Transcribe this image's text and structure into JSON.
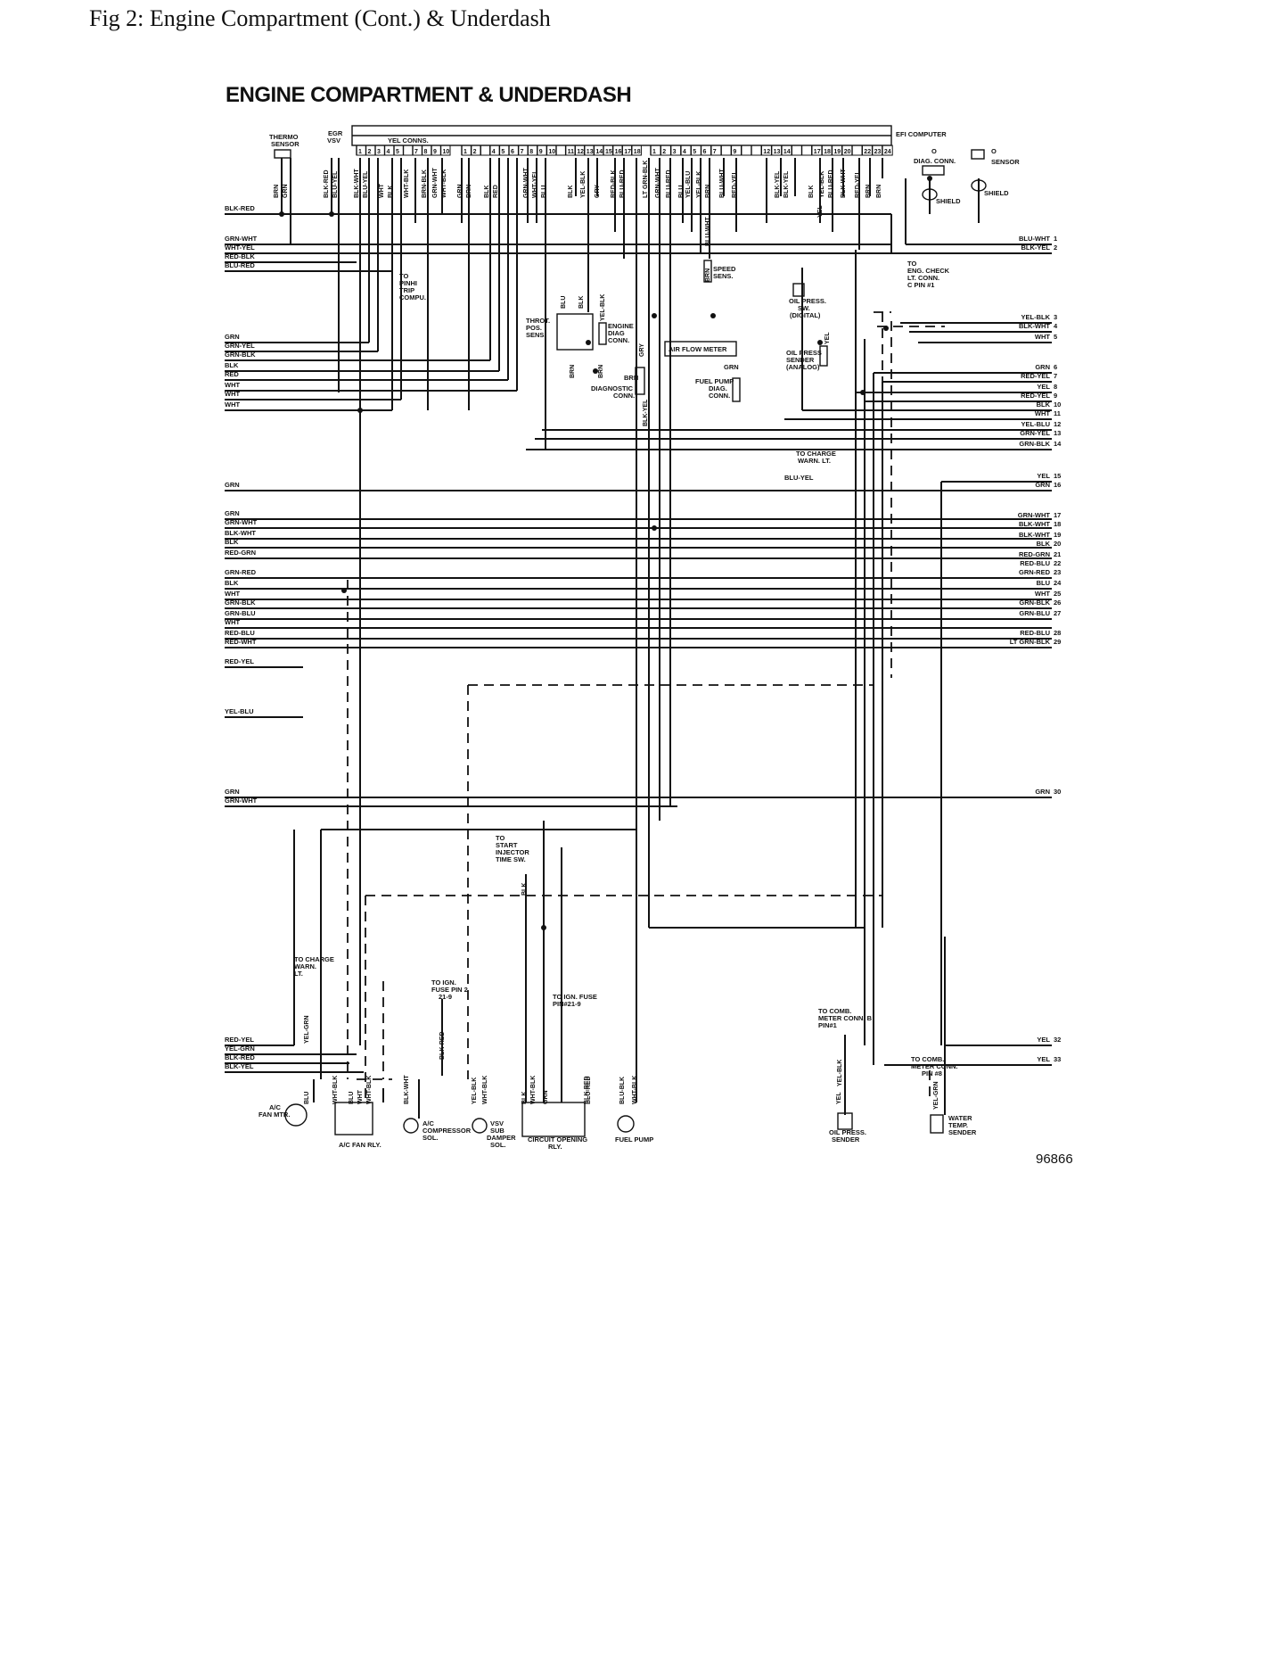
{
  "caption": "Fig 2: Engine Compartment (Cont.) & Underdash",
  "diagram": {
    "title": "ENGINE COMPARTMENT & UNDERDASH",
    "figure_number": "96866",
    "top": {
      "efi_computer": "EFI COMPUTER",
      "yel_conns": "YEL CONNS.",
      "thermo_sensor": [
        "THERMO",
        "SENSOR"
      ],
      "egr_vsv": [
        "EGR",
        "VSV"
      ],
      "o2_diag_conn": "DIAG. CONN.",
      "o2_label": "O",
      "o2_sensor": "SENSOR",
      "shield": "SHIELD",
      "conn_a_pins": [
        "1",
        "2",
        "3",
        "4",
        "5",
        "",
        "7",
        "8",
        "9",
        "10"
      ],
      "conn_b_pins": [
        "1",
        "2",
        "",
        "4",
        "5",
        "6",
        "7",
        "8",
        "9",
        "10",
        "",
        "11",
        "12",
        "13",
        "14",
        "15",
        "16",
        "17",
        "18"
      ],
      "conn_c_pins": [
        "1",
        "2",
        "3",
        "4",
        "5",
        "6",
        "7",
        "",
        "9",
        "",
        "",
        "12",
        "13",
        "14",
        "",
        "",
        "17",
        "18",
        "19",
        "20",
        "",
        "22",
        "23",
        "24"
      ],
      "top_wire_colors": [
        "BRN",
        "GRN",
        "BLK-RED",
        "BLU-YEL",
        "BLK-WHT",
        "BLU-YEL",
        "WHT",
        "BLK",
        "WHT-BLK",
        "BRN-BLK",
        "GRN-WHT",
        "WHT-BLK",
        "GRN",
        "BRN",
        "BLK",
        "RED",
        "GRN-WHT",
        "WHT-YEL",
        "BLU",
        "BLK",
        "YEL-BLK",
        "GRY",
        "RED-BLK",
        "BLU-RED",
        "LT GRN-BLK",
        "GRN-WHT",
        "BLU-RED",
        "BLU",
        "YEL-BLU",
        "YEL-BLK",
        "BRN",
        "BLU-WHT",
        "RED-YEL",
        "BLK-YEL",
        "BLK-YEL",
        "BLK",
        "YEL-BLK",
        "BLU-RED",
        "BLK-WHT",
        "RED-YEL",
        "BRN",
        "BRN"
      ]
    },
    "left_wires": [
      "BLK-RED",
      "GRN-WHT",
      "WHT-YEL",
      "RED-BLK",
      "BLU-RED",
      "GRN",
      "GRN-YEL",
      "GRN-BLK",
      "BLK",
      "RED",
      "WHT",
      "WHT",
      "WHT",
      "GRN",
      "GRN",
      "GRN-WHT",
      "BLK-WHT",
      "BLK",
      "RED-GRN",
      "GRN-RED",
      "BLK",
      "WHT",
      "GRN-BLK",
      "GRN-BLU",
      "WHT",
      "RED-BLU",
      "RED-WHT",
      "RED-YEL",
      "YEL-BLU",
      "GRN",
      "GRN-WHT",
      "RED-YEL",
      "YEL-GRN",
      "BLK-RED",
      "BLK-YEL"
    ],
    "right_wires": [
      {
        "label": "BLU-WHT",
        "pin": "1"
      },
      {
        "label": "BLK-YEL",
        "pin": "2"
      },
      {
        "label": "YEL-BLK",
        "pin": "3"
      },
      {
        "label": "BLK-WHT",
        "pin": "4"
      },
      {
        "label": "WHT",
        "pin": "5"
      },
      {
        "label": "GRN",
        "pin": "6"
      },
      {
        "label": "RED-YEL",
        "pin": "7"
      },
      {
        "label": "YEL",
        "pin": "8"
      },
      {
        "label": "RED-YEL",
        "pin": "9"
      },
      {
        "label": "BLK",
        "pin": "10"
      },
      {
        "label": "WHT",
        "pin": "11"
      },
      {
        "label": "YEL-BLU",
        "pin": "12"
      },
      {
        "label": "GRN-YEL",
        "pin": "13"
      },
      {
        "label": "GRN-BLK",
        "pin": "14"
      },
      {
        "label": "YEL",
        "pin": "15"
      },
      {
        "label": "GRN",
        "pin": "16"
      },
      {
        "label": "GRN-WHT",
        "pin": "17"
      },
      {
        "label": "BLK-WHT",
        "pin": "18"
      },
      {
        "label": "BLK-WHT",
        "pin": "19"
      },
      {
        "label": "BLK",
        "pin": "20"
      },
      {
        "label": "RED-GRN",
        "pin": "21"
      },
      {
        "label": "RED-BLU",
        "pin": "22"
      },
      {
        "label": "GRN-RED",
        "pin": "23"
      },
      {
        "label": "BLU",
        "pin": "24"
      },
      {
        "label": "WHT",
        "pin": "25"
      },
      {
        "label": "GRN-BLK",
        "pin": "26"
      },
      {
        "label": "GRN-BLU",
        "pin": "27"
      },
      {
        "label": "RED-BLU",
        "pin": "28"
      },
      {
        "label": "LT GRN-BLK",
        "pin": "29"
      },
      {
        "label": "GRN",
        "pin": "30"
      },
      {
        "label": "YEL",
        "pin": "32"
      },
      {
        "label": "YEL",
        "pin": "33"
      }
    ],
    "components": {
      "to_pinhi": [
        "TO",
        "PINHI",
        "TRIP",
        "COMPU."
      ],
      "throt_pos": [
        "THROT.",
        "POS.",
        "SENS."
      ],
      "engine_diag": [
        "ENGINE",
        "DIAG",
        "CONN."
      ],
      "diagnostic_conn": [
        "DIAGNOSTIC",
        "CONN."
      ],
      "air_flow_meter": "AIR FLOW METER",
      "fuel_pump_diag": [
        "FUEL PUMP",
        "DIAG.",
        "CONN."
      ],
      "speed_sens": [
        "SPEED",
        "SENS."
      ],
      "oil_press_sw": [
        "OIL PRESS.",
        "SW.",
        "(DIGITAL)"
      ],
      "oil_press_sender_analog": [
        "OIL PRESS",
        "SENDER",
        "(ANALOG)"
      ],
      "to_eng_check": [
        "TO",
        "ENG. CHECK",
        "LT. CONN.",
        "C PIN #1"
      ],
      "to_charge_warn_upper": [
        "TO CHARGE",
        "WARN. LT."
      ],
      "to_start_injector": [
        "TO",
        "START",
        "INJECTOR",
        "TIME SW."
      ],
      "to_charge_warn_lower": [
        "TO CHARGE",
        "WARN.",
        "LT."
      ],
      "to_ign_fuse_pin2": [
        "TO IGN.",
        "FUSE PIN 2",
        "21-9"
      ],
      "to_ign_fuse_pin21": [
        "TO IGN. FUSE",
        "PIN#21-9"
      ],
      "to_comb_meter_b": [
        "TO COMB.",
        "METER CONN. B",
        "PIN#1"
      ],
      "to_comb_meter_pin8": [
        "TO COMB.",
        "METER CONN.",
        "PIN #8"
      ],
      "ac_fan_mtr": [
        "A/C",
        "FAN MTR."
      ],
      "ac_fan_rly": "A/C FAN RLY.",
      "ac_compressor_sol": [
        "A/C",
        "COMPRESSOR",
        "SOL."
      ],
      "vsv_sub_damper": [
        "VSV",
        "SUB",
        "DAMPER",
        "SOL."
      ],
      "circuit_opening_rly": [
        "CIRCUIT OPENING",
        "RLY."
      ],
      "fuel_pump": "FUEL PUMP",
      "oil_press_sender": [
        "OIL PRESS.",
        "SENDER"
      ],
      "water_temp_sender": [
        "WATER",
        "TEMP.",
        "SENDER"
      ]
    },
    "inline_labels": {
      "blu_yel": "BLU-YEL",
      "grn_air": "GRN",
      "brn_diag": "BRN",
      "blk_yel_diag": "BLK-YEL",
      "blu_tps": "BLU",
      "blk_tps": "BLK",
      "yel_blk_tps": "YEL-BLK",
      "brn_tps1": "BRN",
      "brn_tps2": "BRN",
      "gry_eng": "GRY",
      "blu_wht_spd": "BLU-WHT",
      "brn_spd": "BRN",
      "yel_oil": "YEL",
      "yel_oilsw": "YEL",
      "blk_inj": "BLK",
      "yel_grn_charge": "YEL-GRN",
      "blk_red_ign": "BLK-RED",
      "yel_blk_comb": "YEL-BLK",
      "yel_grn_comb": "YEL-GRN",
      "bottom_colors": [
        "BLU",
        "WHT-BLK",
        "BLU",
        "WHT",
        "WHT-BLK",
        "BLK-WHT",
        "YEL-BLK",
        "WHT-BLK",
        "BLK",
        "WHT-BLK",
        "GRN",
        "BLK-RED",
        "BLU-RED",
        "BLU-BLK",
        "WHT-BLK",
        "YEL"
      ]
    }
  }
}
